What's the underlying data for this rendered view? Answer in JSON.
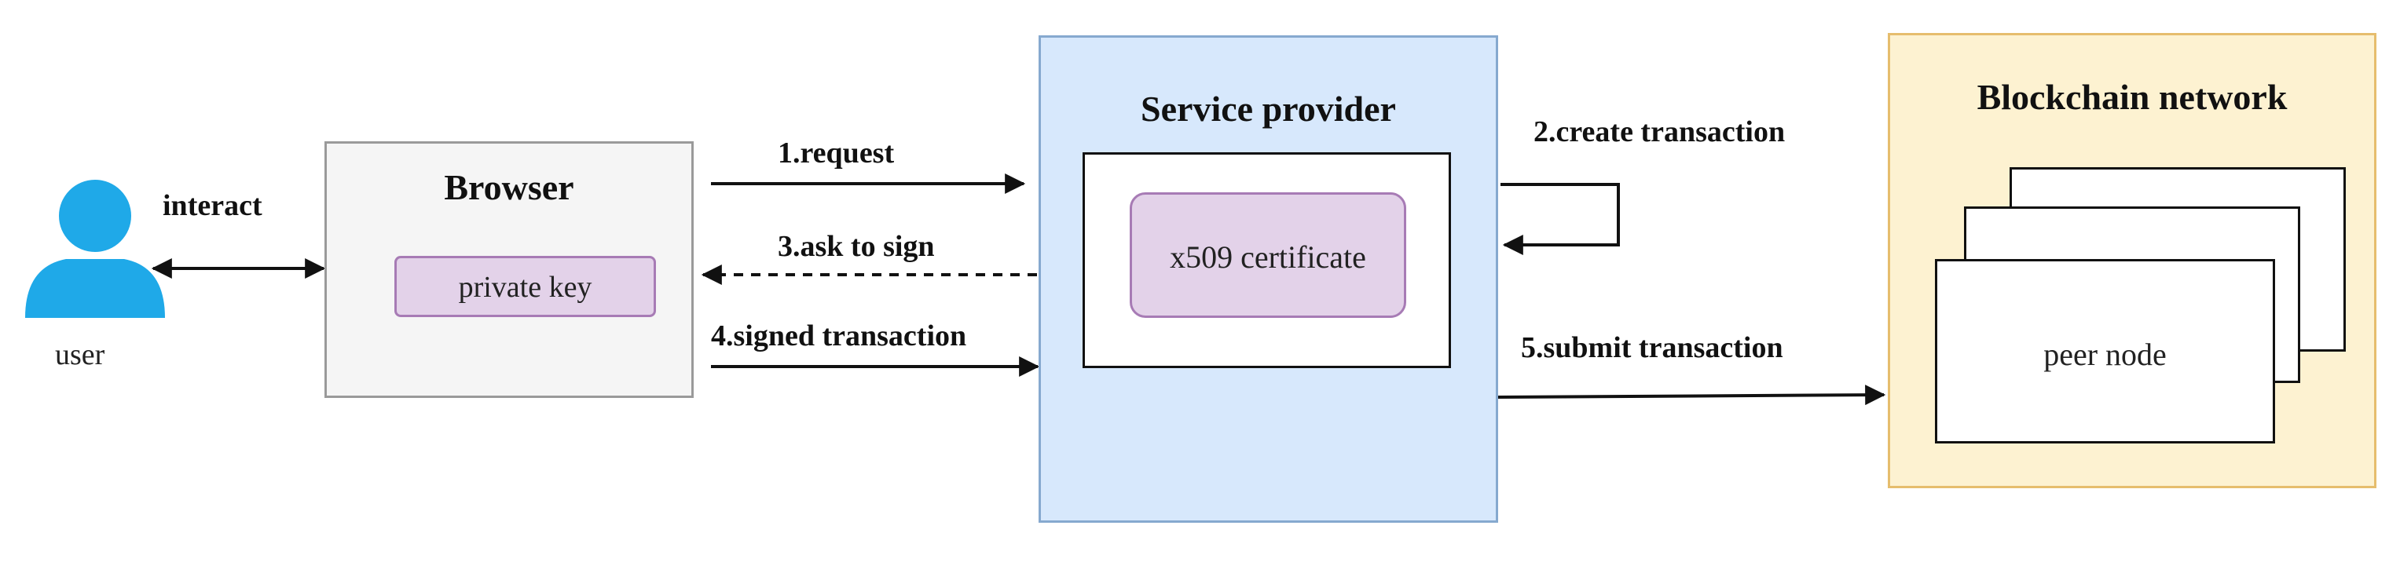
{
  "user": {
    "label": "user"
  },
  "links": {
    "interact": "interact",
    "request": "1.request",
    "create_transaction": "2.create transaction",
    "ask_to_sign": "3.ask to sign",
    "signed_transaction": "4.signed transaction",
    "submit_transaction": "5.submit transaction"
  },
  "browser": {
    "title": "Browser",
    "private_key": "private key"
  },
  "service_provider": {
    "title": "Service provider",
    "certificate": "x509 certificate"
  },
  "blockchain": {
    "title": "Blockchain network",
    "peer_node": "peer node"
  },
  "colors": {
    "user_icon": "#1fa9e8",
    "browser_fill": "#f5f5f5",
    "browser_border": "#9a9a9a",
    "key_fill": "#e3d2e9",
    "key_border": "#a77bb5",
    "service_fill": "#d7e8fc",
    "service_border": "#86a9cf",
    "blockchain_fill": "#fdf2d1",
    "blockchain_border": "#e6bd6d",
    "arrow": "#111111"
  }
}
